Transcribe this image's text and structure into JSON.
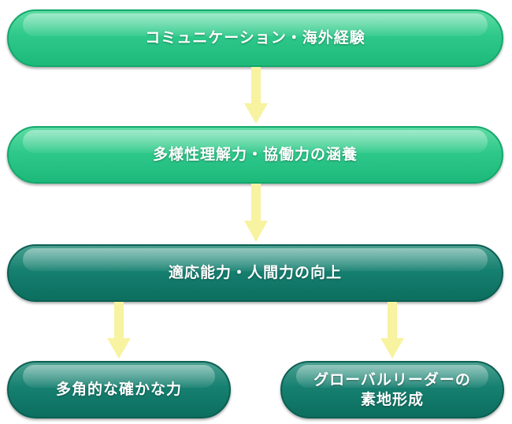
{
  "diagram": {
    "nodes": [
      {
        "id": "box1",
        "label": "コミュニケーション・海外経験"
      },
      {
        "id": "box2",
        "label": "多様性理解力・協働力の涵養"
      },
      {
        "id": "box3",
        "label": "適応能力・人間力の向上"
      },
      {
        "id": "box4",
        "label": "多角的な確かな力"
      },
      {
        "id": "box5",
        "label": "グローバルリーダーの\n素地形成"
      }
    ],
    "edges": [
      {
        "from": "box1",
        "to": "box2"
      },
      {
        "from": "box2",
        "to": "box3"
      },
      {
        "from": "box3",
        "to": "box4"
      },
      {
        "from": "box3",
        "to": "box5"
      }
    ],
    "colors": {
      "light_node": "#2ec98a",
      "dark_node": "#168070",
      "arrow": "#f7f3a0",
      "text": "#ffffff"
    }
  }
}
